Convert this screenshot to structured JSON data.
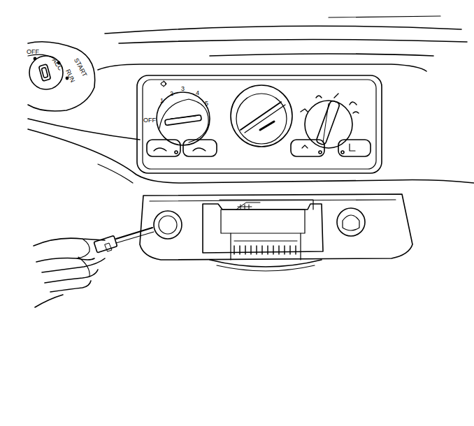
{
  "diagram": {
    "labels": [
      "OFF",
      "ACC",
      "RUN",
      "START",
      "OFF",
      "1",
      "2",
      "3",
      "4",
      "5"
    ]
  }
}
